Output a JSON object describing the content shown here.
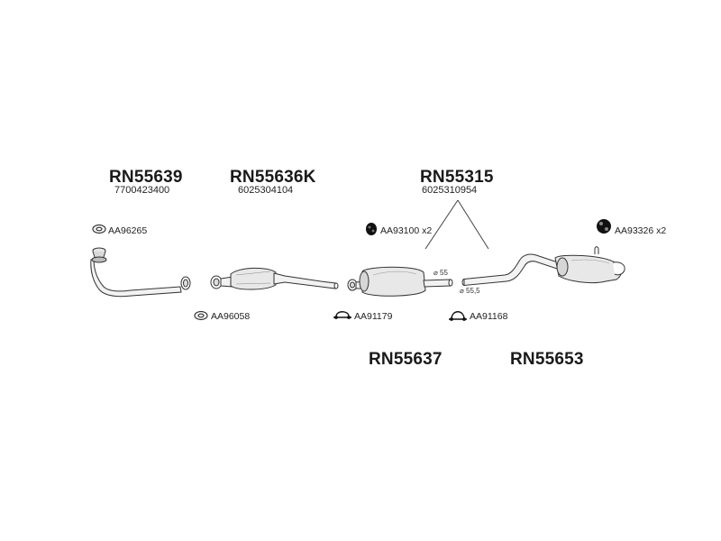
{
  "groups": [
    {
      "ref": "RN55639",
      "oem": "7700423400"
    },
    {
      "ref": "RN55636K",
      "oem": "6025304104"
    },
    {
      "ref": "RN55315",
      "oem": "6025310954"
    }
  ],
  "lower_refs": [
    "RN55637",
    "RN55653"
  ],
  "accessories": {
    "gasket_front": "AA96265",
    "gasket_cat": "AA96058",
    "hanger_mid": "AA93100 x2",
    "hanger_rear": "AA93326 x2",
    "clamp_mid": "AA91179",
    "clamp_rear": "AA91168"
  },
  "diameters": {
    "mid_outlet": "⌀ 55",
    "rear_inlet": "⌀ 55,5"
  }
}
